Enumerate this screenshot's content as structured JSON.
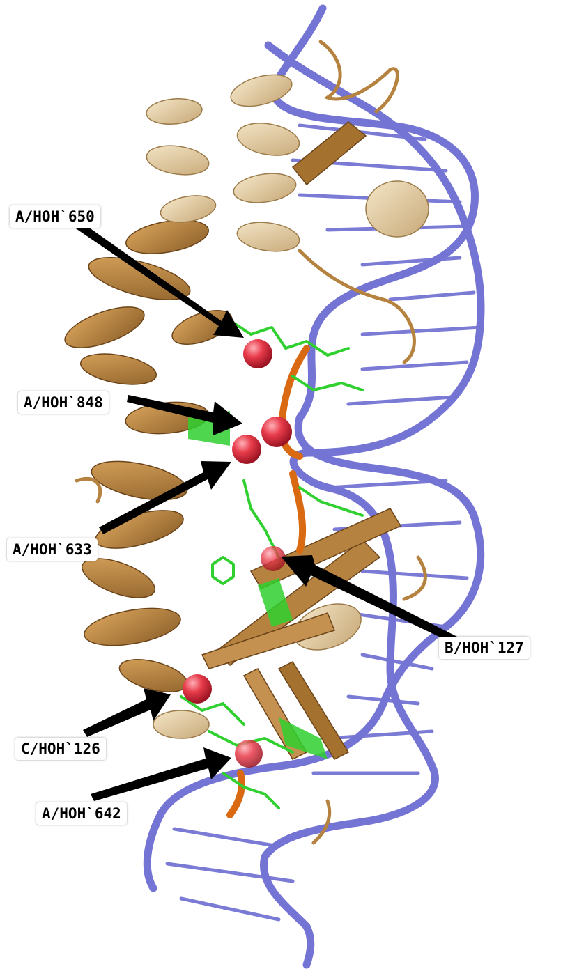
{
  "labels": [
    {
      "id": "a650",
      "text": "A/HOH`650"
    },
    {
      "id": "a848",
      "text": "A/HOH`848"
    },
    {
      "id": "a633",
      "text": "A/HOH`633"
    },
    {
      "id": "b127",
      "text": "B/HOH`127"
    },
    {
      "id": "c126",
      "text": "C/HOH`126"
    },
    {
      "id": "a642",
      "text": "A/HOH`642"
    }
  ],
  "colors": {
    "dna_backbone": "#7474d4",
    "protein_dark": "#b5823f",
    "protein_light": "#e3cfa4",
    "ligand": "#2fd02f",
    "water": "#e83b4a",
    "arrow": "#000000",
    "highlight_strand": "#d96a12"
  },
  "icons": {
    "water": "red-sphere",
    "arrow": "black-pointer-arrow"
  }
}
